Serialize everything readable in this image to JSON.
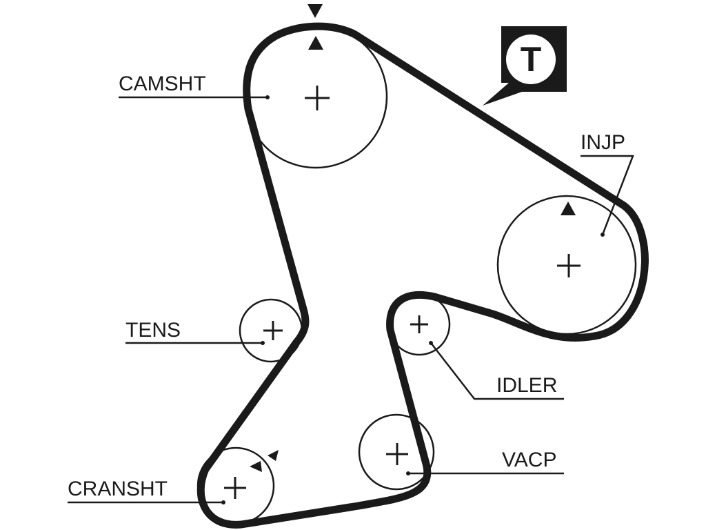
{
  "labels": {
    "camshaft": "CAMSHT",
    "injection_pump": "INJP",
    "tensioner": "TENS",
    "idler": "IDLER",
    "vacuum_pump": "VACP",
    "crankshaft": "CRANSHT"
  },
  "badge": {
    "letter": "T",
    "icon": "timing-tool-speech-bubble-icon"
  },
  "colors": {
    "line": "#1a1a1a",
    "background": "#ffffff"
  }
}
